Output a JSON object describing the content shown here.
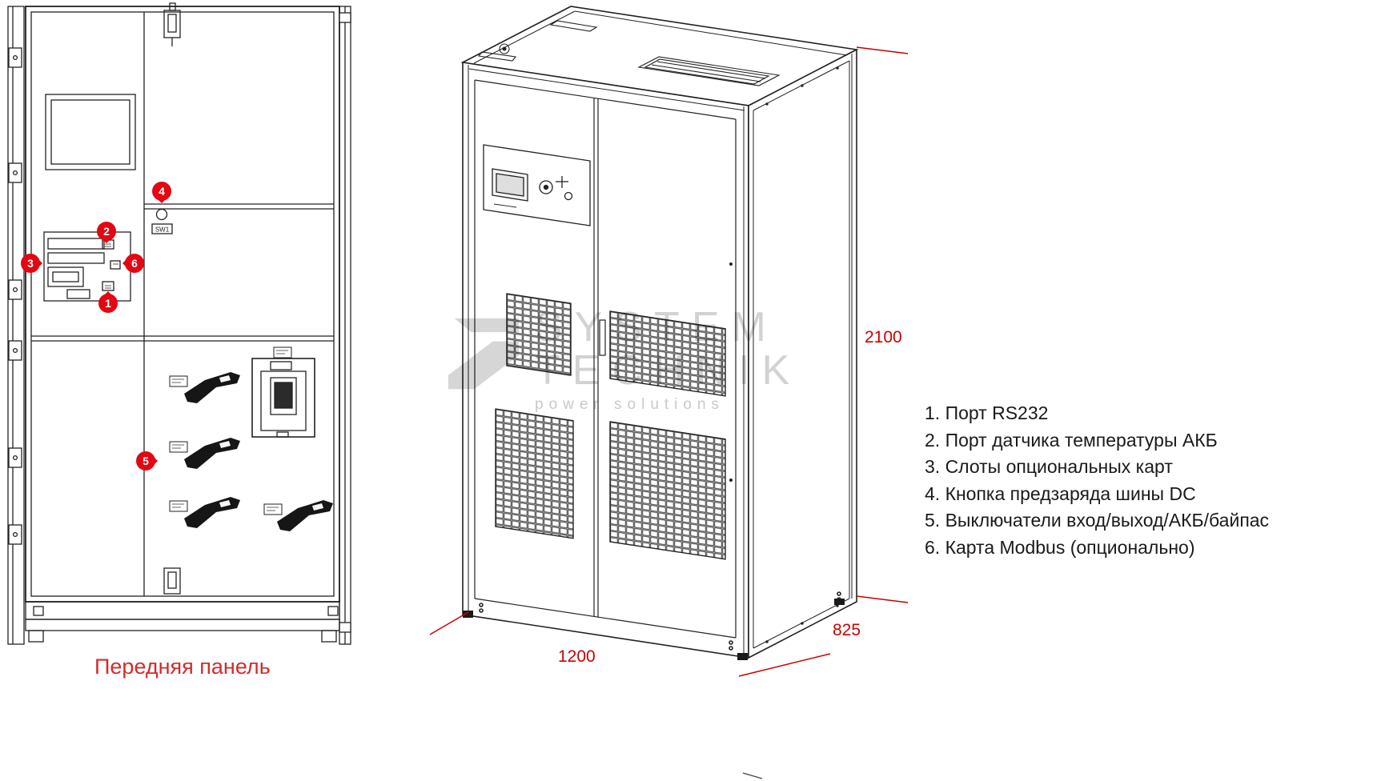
{
  "caption": "Передняя панель",
  "legend": {
    "items": [
      "1. Порт RS232",
      "2. Порт датчика температуры АКБ",
      "3. Слоты опциональных карт",
      "4. Кнопка предзаряда шины DC",
      "5. Выключатели вход/выход/АКБ/байпас",
      "6. Карта Modbus (опционально)"
    ]
  },
  "markers": [
    "1",
    "2",
    "3",
    "4",
    "5",
    "6"
  ],
  "dimensions": {
    "height": "2100",
    "width": "1200",
    "depth": "825"
  },
  "front_panel": {
    "button_label": "SW1"
  },
  "watermark": {
    "line1": "SYSTEM",
    "line2": "TECHNIK",
    "line3": "power solutions"
  },
  "colors": {
    "accent": "#e30613",
    "dimension": "#cc0000",
    "line": "#222222",
    "watermark": "#d2d2d2"
  }
}
